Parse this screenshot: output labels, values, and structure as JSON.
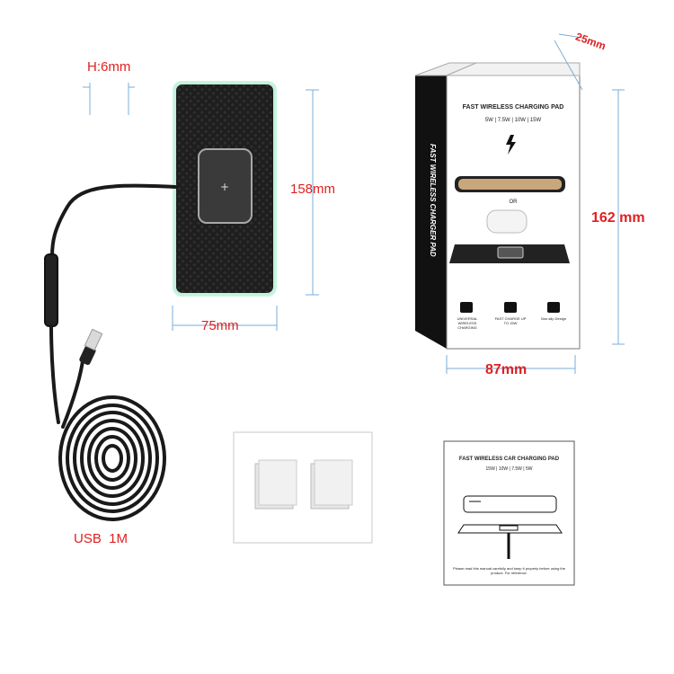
{
  "dims": {
    "height_label": "H:6mm",
    "pad_length": "158mm",
    "pad_width": "75mm",
    "box_depth": "25mm",
    "box_height": "162 mm",
    "box_width": "87mm",
    "cable_label": "USB  1M"
  },
  "box": {
    "title": "FAST WIRELESS CHARGING PAD",
    "watts": "5W | 7.5W | 10W | 15W",
    "or_label": "OR",
    "side_text": "FAST WIRELESS CHARGER PAD",
    "features": [
      "UNIVERSAL WIRELESS CHARGING",
      "FAST CHARGE UP TO 15W",
      "Non-slip Design"
    ]
  },
  "manual": {
    "title": "FAST WIRELESS CAR CHARGING PAD",
    "watts": "15W | 10W | 7.5W | 5W",
    "note": "Please read this manual carefully and keep it properly before using the product. For reference."
  },
  "colors": {
    "accent_red": "#e02020",
    "pad_glow": "#9fe8c8",
    "pad_body": "#1c1c1c"
  }
}
